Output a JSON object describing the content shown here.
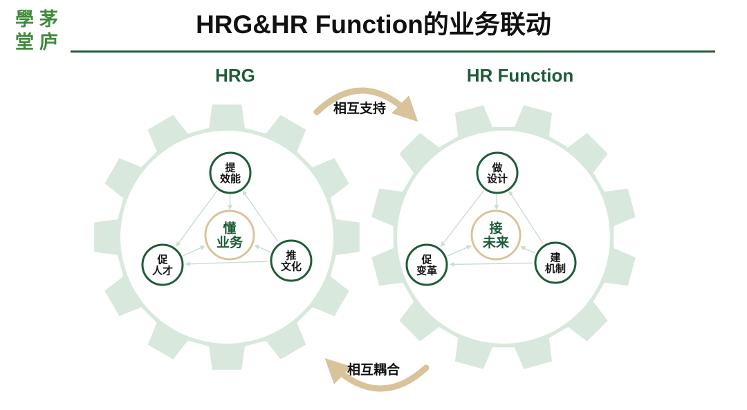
{
  "logo": {
    "chars": [
      "學",
      "茅",
      "堂",
      "庐"
    ]
  },
  "title": "HRG&HR Function的业务联动",
  "colors": {
    "gear": "#d8e8dc",
    "dark_green": "#1e5c38",
    "tan": "#d9c39b",
    "arrow": "#dae7e0",
    "text": "#111111"
  },
  "gears": [
    {
      "heading": "HRG",
      "center": [
        "懂",
        "业务"
      ],
      "nodes": [
        {
          "id": "top",
          "lines": [
            "提",
            "效能"
          ]
        },
        {
          "id": "left",
          "lines": [
            "促",
            "人才"
          ]
        },
        {
          "id": "right",
          "lines": [
            "推",
            "文化"
          ]
        }
      ]
    },
    {
      "heading": "HR Function",
      "center": [
        "接",
        "未来"
      ],
      "nodes": [
        {
          "id": "top",
          "lines": [
            "做",
            "设计"
          ]
        },
        {
          "id": "left",
          "lines": [
            "促",
            "变革"
          ]
        },
        {
          "id": "right",
          "lines": [
            "建",
            "机制"
          ]
        }
      ]
    }
  ],
  "links": {
    "top": "相互支持",
    "bottom": "相互耦合"
  }
}
